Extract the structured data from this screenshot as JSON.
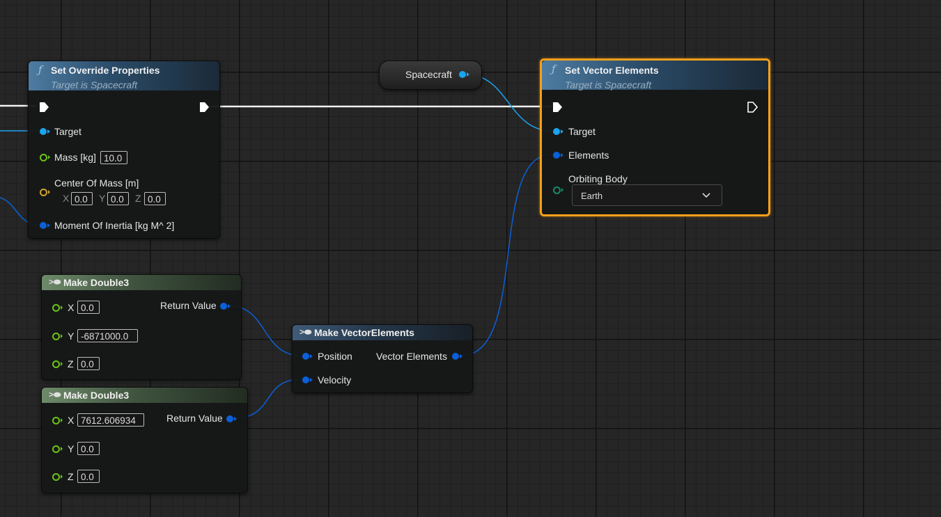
{
  "set_override_node": {
    "icon": "function-icon",
    "title": "Set Override Properties",
    "subtitle": "Target is Spacecraft",
    "target_label": "Target",
    "mass_label": "Mass [kg]",
    "mass_value": "10.0",
    "com_label": "Center Of Mass [m]",
    "com_x_label": "X",
    "com_x_value": "0.0",
    "com_y_label": "Y",
    "com_y_value": "0.0",
    "com_z_label": "Z",
    "com_z_value": "0.0",
    "moi_label": "Moment Of Inertia [kg M^ 2]"
  },
  "spacecraft_var": {
    "label": "Spacecraft"
  },
  "set_vector_node": {
    "icon": "function-icon",
    "title": "Set Vector Elements",
    "subtitle": "Target is Spacecraft",
    "target_label": "Target",
    "elements_label": "Elements",
    "orbiting_body_label": "Orbiting Body",
    "orbiting_body_value": "Earth"
  },
  "make_double3_a": {
    "icon": "make-struct-icon",
    "title": "Make Double3",
    "x_label": "X",
    "x_value": "0.0",
    "y_label": "Y",
    "y_value": "-6871000.0",
    "z_label": "Z",
    "z_value": "0.0",
    "return_label": "Return Value"
  },
  "make_double3_b": {
    "icon": "make-struct-icon",
    "title": "Make Double3",
    "x_label": "X",
    "x_value": "7612.606934",
    "y_label": "Y",
    "y_value": "0.0",
    "z_label": "Z",
    "z_value": "0.0",
    "return_label": "Return Value"
  },
  "make_vector_elements": {
    "icon": "make-struct-icon",
    "title": "Make VectorElements",
    "position_label": "Position",
    "velocity_label": "Velocity",
    "output_label": "Vector Elements"
  },
  "colors": {
    "graph_background": "#262626",
    "object_pin": "#1aa4ef",
    "struct_pin": "#0a60d8",
    "double_pin": "#6cc417",
    "selection": "#f5a01a",
    "exec_wire": "#ffffff"
  }
}
